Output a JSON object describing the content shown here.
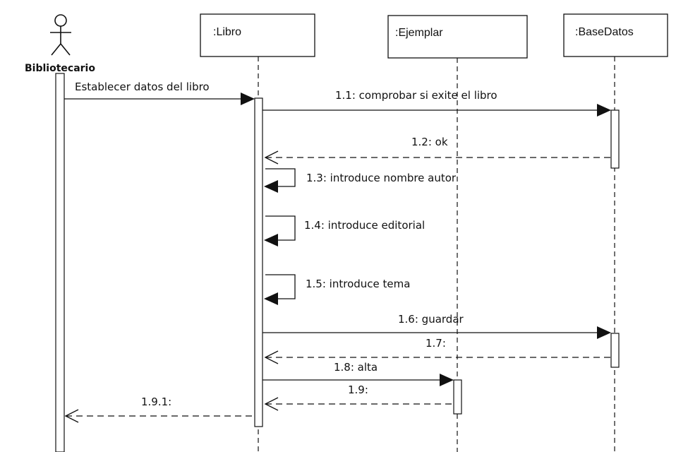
{
  "actor": {
    "name": "Bibliotecario"
  },
  "participants": [
    {
      "id": "libro",
      "label": ":Libro"
    },
    {
      "id": "ejemplar",
      "label": ":Ejemplar"
    },
    {
      "id": "basedatos",
      "label": ":BaseDatos"
    }
  ],
  "messages": [
    {
      "id": "m0",
      "label": "Establecer datos del libro",
      "kind": "sync"
    },
    {
      "id": "m11",
      "label": "1.1: comprobar si exite el libro",
      "kind": "sync"
    },
    {
      "id": "m12",
      "label": "1.2: ok",
      "kind": "return"
    },
    {
      "id": "m13",
      "label": "1.3:  introduce nombre autor",
      "kind": "self"
    },
    {
      "id": "m14",
      "label": "1.4:  introduce editorial",
      "kind": "self"
    },
    {
      "id": "m15",
      "label": "1.5: introduce tema",
      "kind": "self"
    },
    {
      "id": "m16",
      "label": "1.6: guardar",
      "kind": "sync"
    },
    {
      "id": "m17",
      "label": "1.7:",
      "kind": "return"
    },
    {
      "id": "m18",
      "label": "1.8: alta",
      "kind": "sync"
    },
    {
      "id": "m19",
      "label": "1.9:",
      "kind": "return"
    },
    {
      "id": "m191",
      "label": "1.9.1:",
      "kind": "return"
    }
  ]
}
